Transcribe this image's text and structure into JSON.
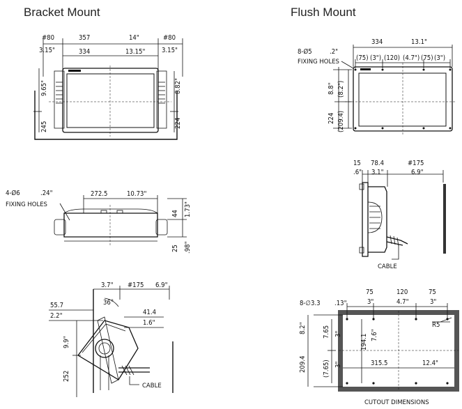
{
  "titles": {
    "bracket": "Bracket Mount",
    "flush": "Flush Mount"
  },
  "bracket_front": {
    "left_top": "#80",
    "left_bot": "3.15\"",
    "w_mm": "357",
    "w_in": "14\"",
    "inner_mm": "334",
    "inner_in": "13.15\"",
    "right_top": "#80",
    "right_bot": "3.15\"",
    "h_left": "9.65\"",
    "h_left2": "245",
    "h_right": "8.82\"",
    "h_right2": "224"
  },
  "bracket_top": {
    "holes1": "4-Ø6",
    "holes_in": ".24\"",
    "holes2": "FIXING HOLES",
    "w_mm": "272.5",
    "w_in": "10.73\"",
    "d1": "44",
    "d1_in": "1.73\"",
    "d2": "25",
    "d2_in": ".98\""
  },
  "bracket_side": {
    "a": "3.7\"",
    "ang": "36°",
    "b": "#175",
    "b_in": "6.9\"",
    "c": "55.7",
    "c_in": "2.2\"",
    "d": "41.4",
    "d_in": "1.6\"",
    "h_in": "9.9\"",
    "h_mm": "252",
    "cable": "CABLE"
  },
  "flush_front": {
    "holes1": "8-Ø5",
    "holes_in": ".2\"",
    "holes2": "FIXING HOLES",
    "w_mm": "334",
    "w_in": "13.1\"",
    "seg": [
      "(75)",
      "(3\")",
      "(120)",
      "(4.7\")",
      "(75)",
      "(3\")"
    ],
    "h1": "8.8\"",
    "h1b": "(8.2\")",
    "h2": "224",
    "h2b": "(209.4)"
  },
  "flush_side": {
    "a": "15",
    "a_in": ".6\"",
    "b": "78.4",
    "b_in": "3.1\"",
    "c": "#175",
    "c_in": "6.9\"",
    "cable": "CABLE"
  },
  "cutout": {
    "holes": "8-∅3.3",
    "holes_in": ".13\"",
    "c1": "75",
    "c1_in": "3\"",
    "c2": "120",
    "c2_in": "4.7\"",
    "c3": "75",
    "c3_in": "3\"",
    "r": "R5",
    "h_in": "8.2\"",
    "h_mm": "209.4",
    "v1": "7.65",
    "v1_in": "3\"",
    "v2": "(7.65)",
    "v2_in": "3\"",
    "inner_h": "194.1",
    "inner_h_in": "7.6\"",
    "w_mm": "315.5",
    "w_in": "12.4\"",
    "caption": "CUTOUT DIMENSIONS"
  }
}
